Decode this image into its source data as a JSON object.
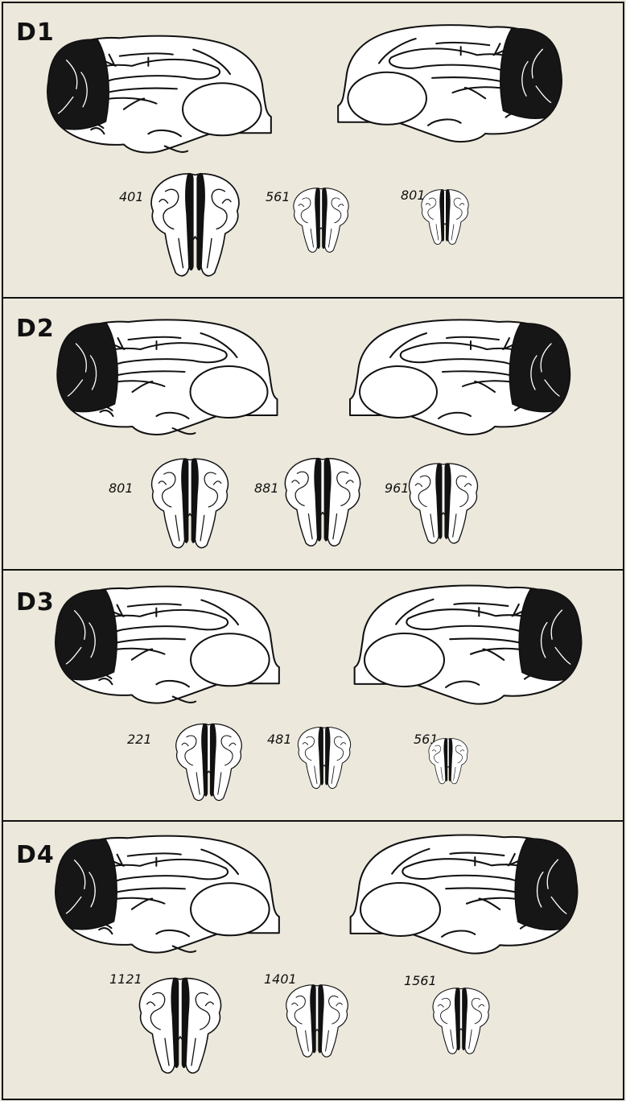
{
  "panels": [
    {
      "label": "D1",
      "sections": [
        "401",
        "561",
        "801"
      ]
    },
    {
      "label": "D2",
      "sections": [
        "801",
        "881",
        "961"
      ]
    },
    {
      "label": "D3",
      "sections": [
        "221",
        "481",
        "561"
      ]
    },
    {
      "label": "D4",
      "sections": [
        "1121",
        "1401",
        "1561"
      ]
    }
  ],
  "colors": {
    "background": "#ece8dc",
    "ink": "#111111",
    "lesion": "#161616",
    "tissue": "#ffffff"
  }
}
